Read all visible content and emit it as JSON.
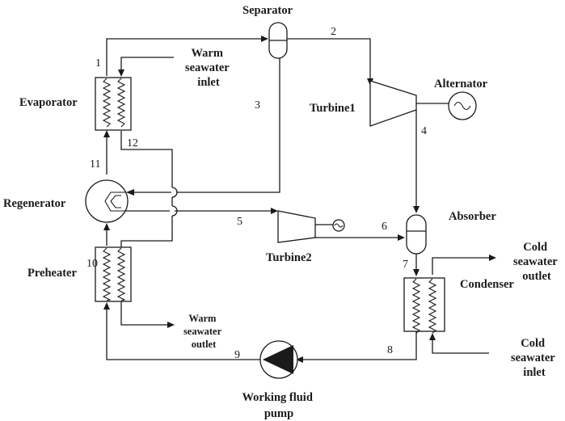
{
  "components": {
    "separator": "Separator",
    "evaporator": "Evaporator",
    "turbine1": "Turbine1",
    "alternator": "Alternator",
    "regenerator": "Regenerator",
    "turbine2": "Turbine2",
    "absorber": "Absorber",
    "preheater": "Preheater",
    "condenser": "Condenser",
    "pump": [
      "Working fluid",
      "pump"
    ]
  },
  "streams": {
    "warm_inlet": [
      "Warm",
      "seawater",
      "inlet"
    ],
    "warm_outlet": [
      "Warm",
      "seawater",
      "outlet"
    ],
    "cold_outlet": [
      "Cold",
      "seawater",
      "outlet"
    ],
    "cold_inlet": [
      "Cold",
      "seawater",
      "inlet"
    ]
  },
  "state_points": [
    "1",
    "2",
    "3",
    "4",
    "5",
    "6",
    "7",
    "8",
    "9",
    "10",
    "11",
    "12"
  ]
}
